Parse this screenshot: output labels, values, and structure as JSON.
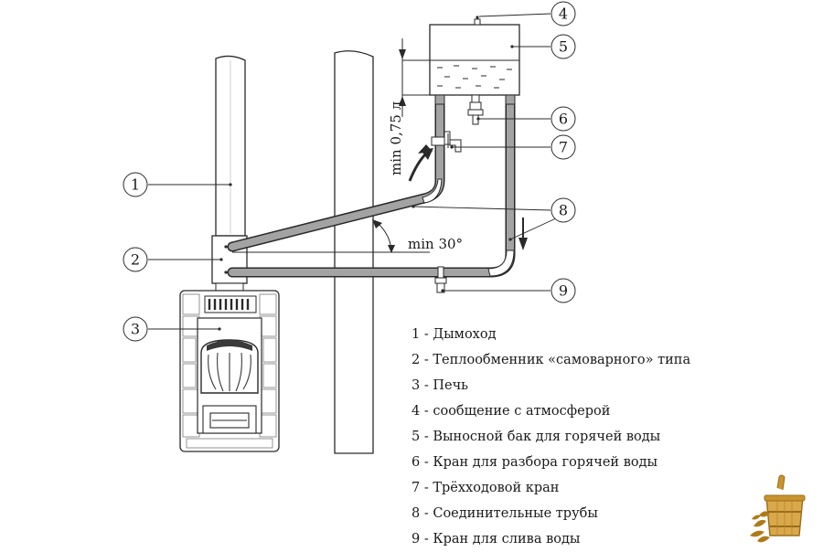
{
  "callouts": [
    "1",
    "2",
    "3",
    "4",
    "5",
    "6",
    "7",
    "8",
    "9"
  ],
  "dimensions": {
    "volume_label": "min 0,75 л",
    "angle_label": "min 30°"
  },
  "legend": [
    "1 - Дымоход",
    "2 - Теплообменник «самоварного» типа",
    "3 - Печь",
    "4 - сообщение с атмосферой",
    "5 - Выносной бак для горячей воды",
    "6 - Кран для разбора горячей воды",
    "7 - Трёхходовой кран",
    "8 - Соединительные трубы",
    "9 - Кран для слива воды"
  ],
  "colors": {
    "pipe": "#a3a3a3",
    "outline": "#2a2a2a",
    "logo": "#c8942e"
  }
}
